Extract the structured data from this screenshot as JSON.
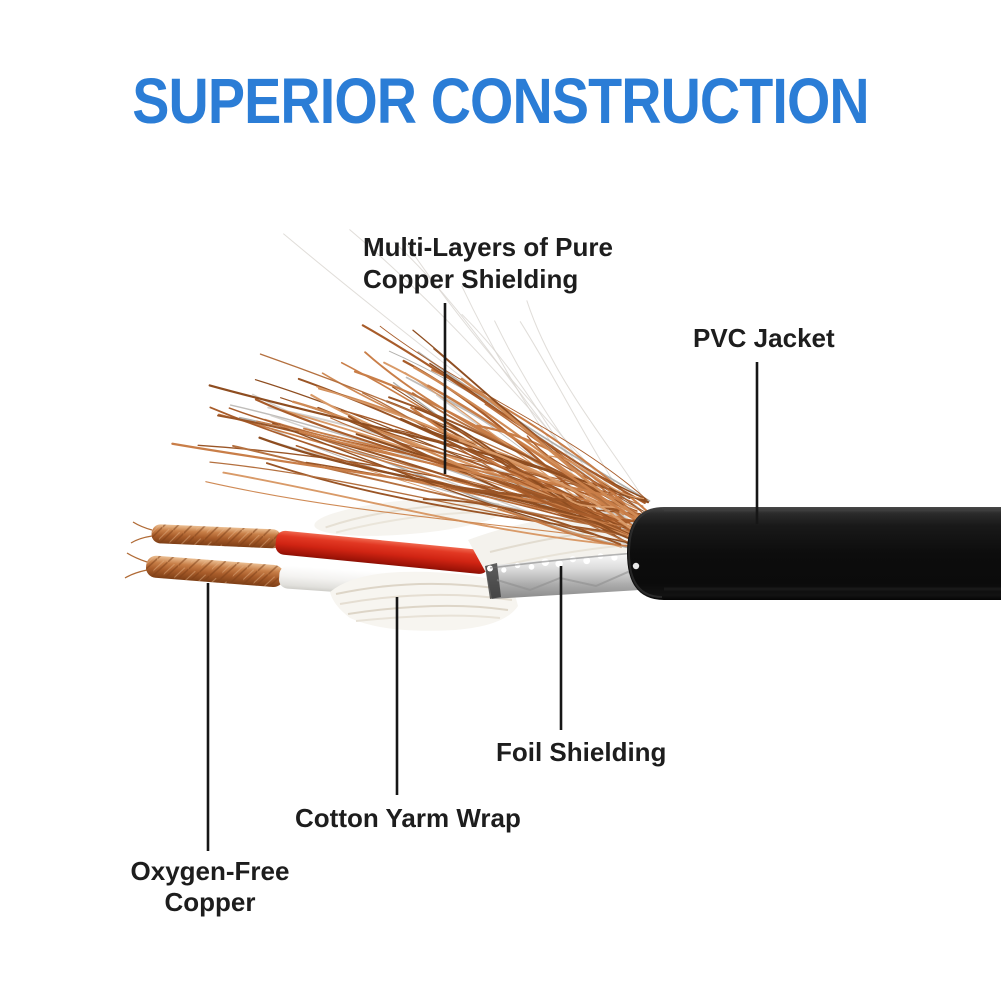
{
  "title": {
    "text": "SUPERIOR CONSTRUCTION",
    "color": "#2b7dd6"
  },
  "callouts": {
    "copper_shielding": {
      "line1": "Multi-Layers of Pure",
      "line2": "Copper Shielding"
    },
    "pvc_jacket": {
      "label": "PVC Jacket"
    },
    "foil_shielding": {
      "label": "Foil Shielding"
    },
    "cotton_wrap": {
      "label": "Cotton Yarm Wrap"
    },
    "oxygen_copper": {
      "line1": "Oxygen-Free",
      "line2": "Copper"
    }
  },
  "illustration": {
    "subject": "stripped audio cable cutaway showing internal construction layers",
    "parts": [
      "bare oxygen-free copper conductors",
      "red insulated wire",
      "white insulated wire",
      "cotton yarn wrap",
      "foil shielding",
      "multi-layer pure copper shielding fan",
      "black PVC jacket"
    ],
    "colors": {
      "label_text": "#1d1d1d",
      "leader_line": "#161616",
      "jacket_black": "#0e0e0e",
      "red_wire": "#d32a1a",
      "white_wire": "#f3f2f0",
      "foil_silver": "#c2c2c2",
      "cotton_white": "#f6f3ee",
      "copper_palette": [
        "#a85c2a",
        "#b96f3c",
        "#c97e48",
        "#8e4d20",
        "#d99a68",
        "#b4703f",
        "#9a5526",
        "#cf8a55"
      ],
      "gray_palette": [
        "#b9b6b2",
        "#a8a6a2",
        "#cfccc8"
      ],
      "faint_strand": "#d8d4d0"
    }
  }
}
